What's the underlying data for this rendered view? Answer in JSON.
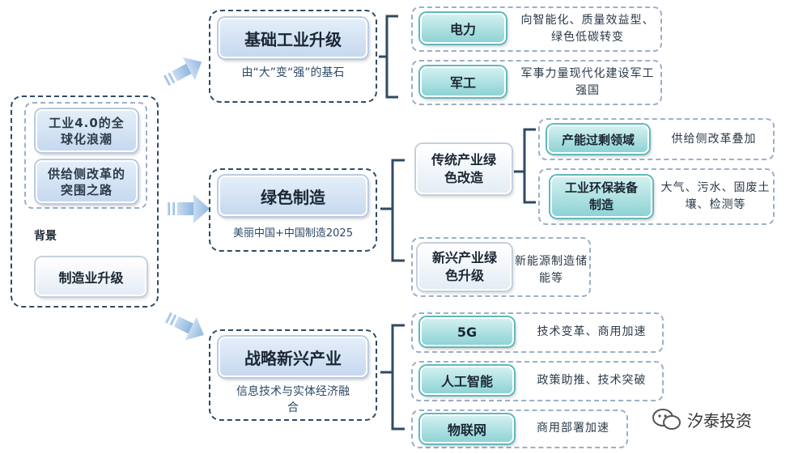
{
  "left": {
    "item1": "工业4.0的全球化浪潮",
    "item2": "供给侧改革的突围之路",
    "background_label": "背景",
    "bottom": "制造业升级"
  },
  "branches": [
    {
      "title": "基础工业升级",
      "subtitle": "由“大”变“强”的基石",
      "items": [
        {
          "label": "电力",
          "desc": "向智能化、质量效益型、绿色低碳转变"
        },
        {
          "label": "军工",
          "desc": "军事力量现代化建设军工强国"
        }
      ]
    },
    {
      "title": "绿色制造",
      "subtitle": "美丽中国+中国制造2025",
      "groups": [
        {
          "label": "传统产业绿色改造",
          "items": [
            {
              "label": "产能过剩领域",
              "desc": "供给侧改革叠加"
            },
            {
              "label": "工业环保装备制造",
              "desc": "大气、污水、固废土壤、检测等"
            }
          ]
        },
        {
          "label": "新兴产业绿色升级",
          "desc": "新能源制造储能等"
        }
      ]
    },
    {
      "title": "战略新兴产业",
      "subtitle": "信息技术与实体经济融合",
      "items": [
        {
          "label": "5G",
          "desc": "技术变革、商用加速"
        },
        {
          "label": "人工智能",
          "desc": "政策助推、技术突破"
        },
        {
          "label": "物联网",
          "desc": "商用部署加速"
        }
      ]
    }
  ],
  "watermark": "汐泰投资",
  "colors": {
    "dash": "#2f4b63",
    "light_dash": "#9bb0c8",
    "arrow": "#9cc0e4",
    "bracket": "#2f4b63"
  }
}
